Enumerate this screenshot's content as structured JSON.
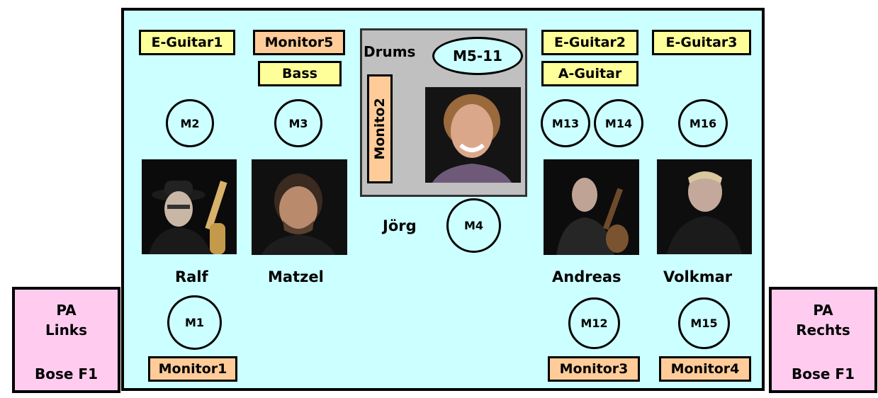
{
  "pa_left": {
    "line1": "PA",
    "line2": "Links",
    "line3": "Bose F1"
  },
  "pa_right": {
    "line1": "PA",
    "line2": "Rechts",
    "line3": "Bose F1"
  },
  "instruments": {
    "eguitar1": "E-Guitar1",
    "monitor5": "Monitor5",
    "bass": "Bass",
    "drums": "Drums",
    "eguitar2": "E-Guitar2",
    "aguitar": "A-Guitar",
    "eguitar3": "E-Guitar3"
  },
  "monitors": {
    "monitor1": "Monitor1",
    "monitor2": "Monito2",
    "monitor3": "Monitor3",
    "monitor4": "Monitor4"
  },
  "mics": {
    "m1": "M1",
    "m2": "M2",
    "m3": "M3",
    "m4": "M4",
    "m5_11": "M5-11",
    "m12": "M12",
    "m13": "M13",
    "m14": "M14",
    "m15": "M15",
    "m16": "M16"
  },
  "musicians": {
    "ralf": "Ralf",
    "matzel": "Matzel",
    "joerg": "Jörg",
    "andreas": "Andreas",
    "volkmar": "Volkmar"
  },
  "colors": {
    "stage": "#ccffff",
    "pa": "#ffccf0",
    "instrument_label": "#ffff99",
    "monitor_label": "#ffcc99",
    "drum_area": "#c0c0c0"
  }
}
